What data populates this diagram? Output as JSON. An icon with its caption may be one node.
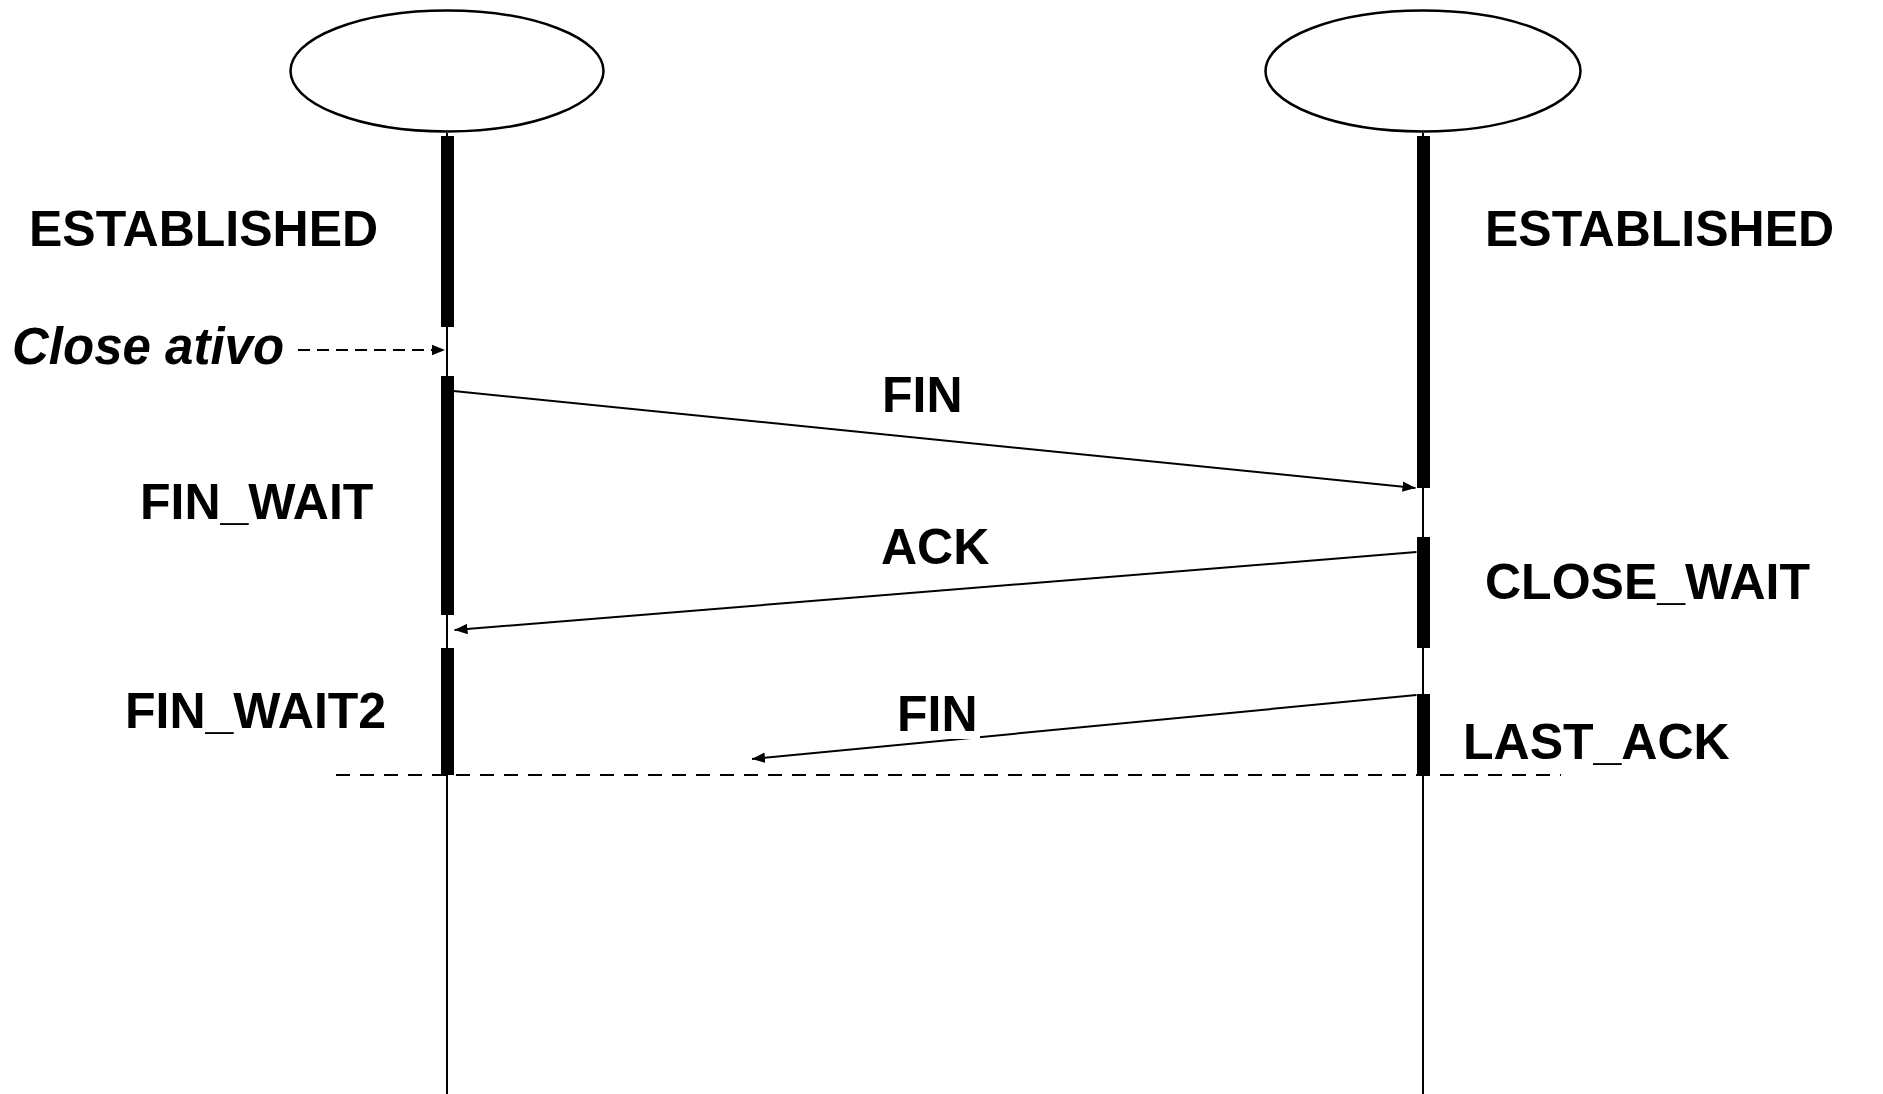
{
  "diagram": {
    "nodes": [
      {
        "text": [],
        "shape": "ellipse"
      },
      {
        "text": [],
        "shape": "ellipse"
      },
      {
        "text": [],
        "shape": "bar",
        "beside": [
          "ESTABLISHED"
        ]
      },
      {
        "text": [
          "Close ativo"
        ]
      },
      {
        "text": [],
        "shape": "bar",
        "beside": [
          "FIN_WAIT"
        ]
      },
      {
        "text": [],
        "shape": "bar",
        "beside": [
          "FIN_WAIT2"
        ]
      },
      {
        "text": [],
        "shape": "bar",
        "beside": [
          "ESTABLISHED"
        ]
      },
      {
        "text": [],
        "shape": "bar",
        "beside": [
          "CLOSE_WAIT"
        ]
      },
      {
        "text": [],
        "shape": "bar",
        "beside": [
          "LAST_ACK"
        ]
      },
      {
        "text": [],
        "shape": "line"
      }
    ],
    "edges": [
      {
        "from": 3,
        "to": 9,
        "arrow": "to",
        "style": "dashed"
      },
      {
        "from": 4,
        "to": 6,
        "arrow": "to",
        "label": "FIN"
      },
      {
        "from": 7,
        "to": 4,
        "arrow": "to",
        "label": "ACK"
      },
      {
        "from": 8,
        "to": null,
        "arrow": "to",
        "label": "FIN"
      }
    ]
  }
}
